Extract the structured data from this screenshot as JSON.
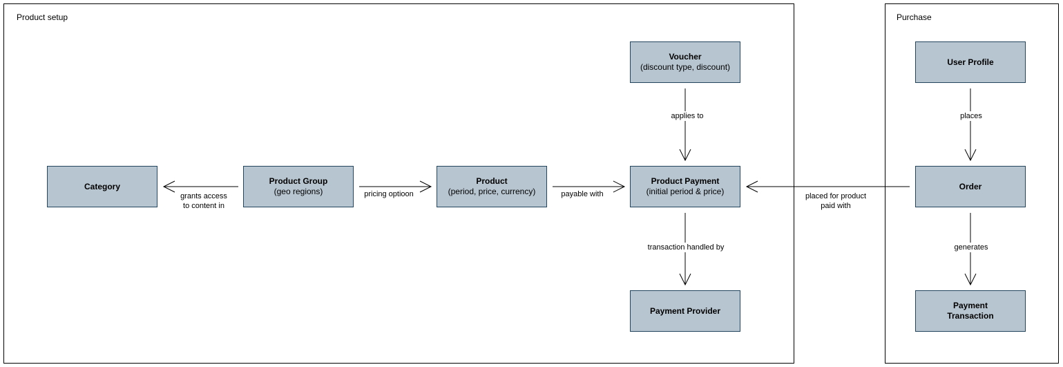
{
  "groups": {
    "product_setup": {
      "title": "Product setup"
    },
    "purchase": {
      "title": "Purchase"
    }
  },
  "entities": {
    "category": {
      "name": "Category",
      "detail": ""
    },
    "product_group": {
      "name": "Product Group",
      "detail": "(geo regions)"
    },
    "product": {
      "name": "Product",
      "detail": "(period, price, currency)"
    },
    "voucher": {
      "name": "Voucher",
      "detail": "(discount type, discount)"
    },
    "product_payment": {
      "name": "Product Payment",
      "detail": "(initial period & price)"
    },
    "payment_provider": {
      "name": "Payment Provider",
      "detail": ""
    },
    "user_profile": {
      "name": "User Profile",
      "detail": ""
    },
    "order": {
      "name": "Order",
      "detail": ""
    },
    "payment_transaction": {
      "name": "Payment",
      "detail": "Transaction"
    }
  },
  "relations": {
    "grants_access": {
      "line1": "grants access",
      "line2": "to content in"
    },
    "pricing_option": {
      "line1": "pricing optioon"
    },
    "payable_with": {
      "line1": "payable with"
    },
    "applies_to": {
      "line1": "applies to"
    },
    "transaction_handled_by": {
      "line1": "transaction handled by"
    },
    "places": {
      "line1": "places"
    },
    "placed_for_product": {
      "line1": "placed for product",
      "line2": "paid with"
    },
    "generates": {
      "line1": "generates"
    }
  },
  "colors": {
    "entity_fill": "#b7c5d0",
    "entity_border": "#23445d",
    "edge": "#000000"
  }
}
